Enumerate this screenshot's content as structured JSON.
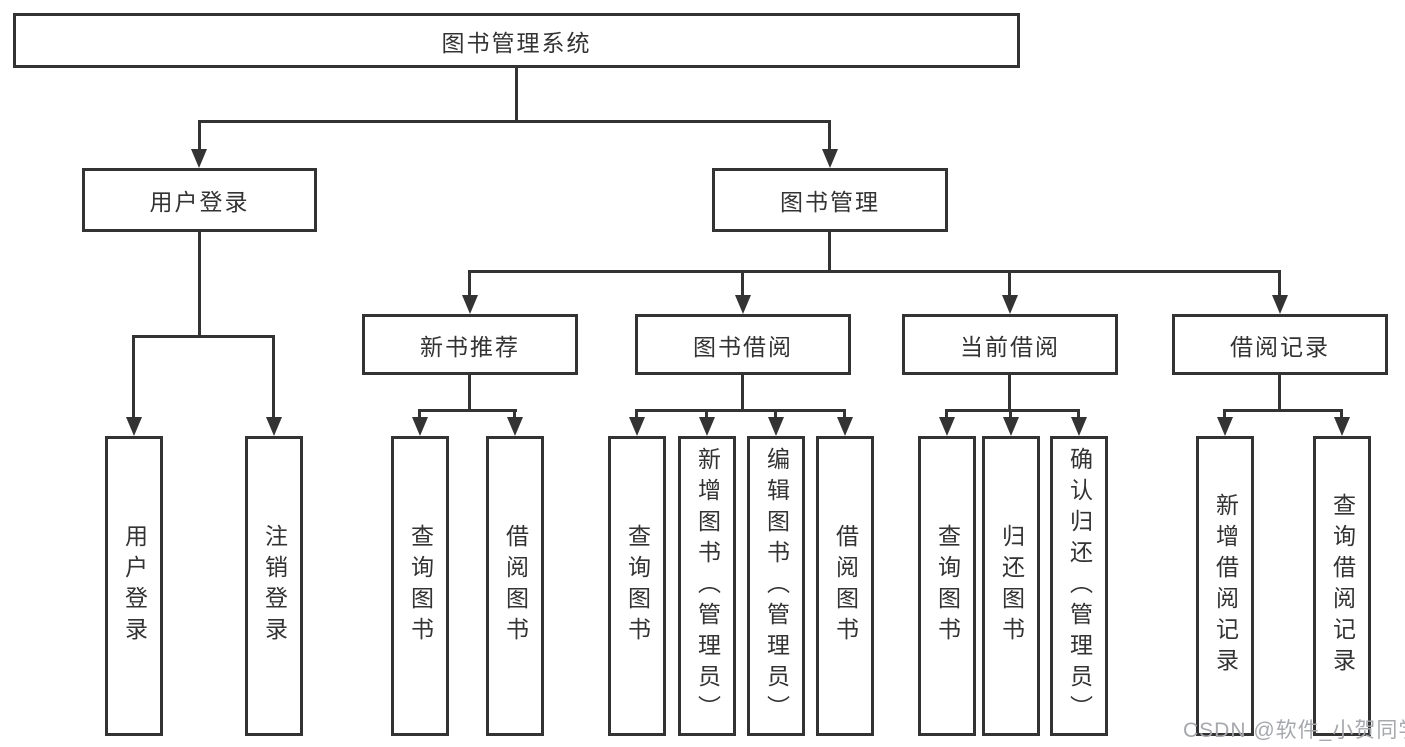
{
  "diagram": {
    "root": {
      "label": "图书管理系统"
    },
    "branches": {
      "user_login": {
        "label": "用户登录",
        "children": [
          "用户登录",
          "注销登录"
        ]
      },
      "book_mgmt": {
        "label": "图书管理",
        "children": {
          "new_book": {
            "label": "新书推荐",
            "children": [
              "查询图书",
              "借阅图书"
            ]
          },
          "borrow": {
            "label": "图书借阅",
            "children": [
              "查询图书",
              "新增图书（管理员）",
              "编辑图书（管理员）",
              "借阅图书"
            ]
          },
          "current": {
            "label": "当前借阅",
            "children": [
              "查询图书",
              "归还图书",
              "确认归还（管理员）"
            ]
          },
          "records": {
            "label": "借阅记录",
            "children": [
              "新增借阅记录",
              "查询借阅记录"
            ]
          }
        }
      }
    },
    "watermark": "CSDN @软件_小贺同学",
    "colors": {
      "line": "#333333",
      "text": "#333333",
      "box_background": "#ffffff",
      "page_background": "#ffffff",
      "watermark": "#a6a8ad"
    }
  }
}
